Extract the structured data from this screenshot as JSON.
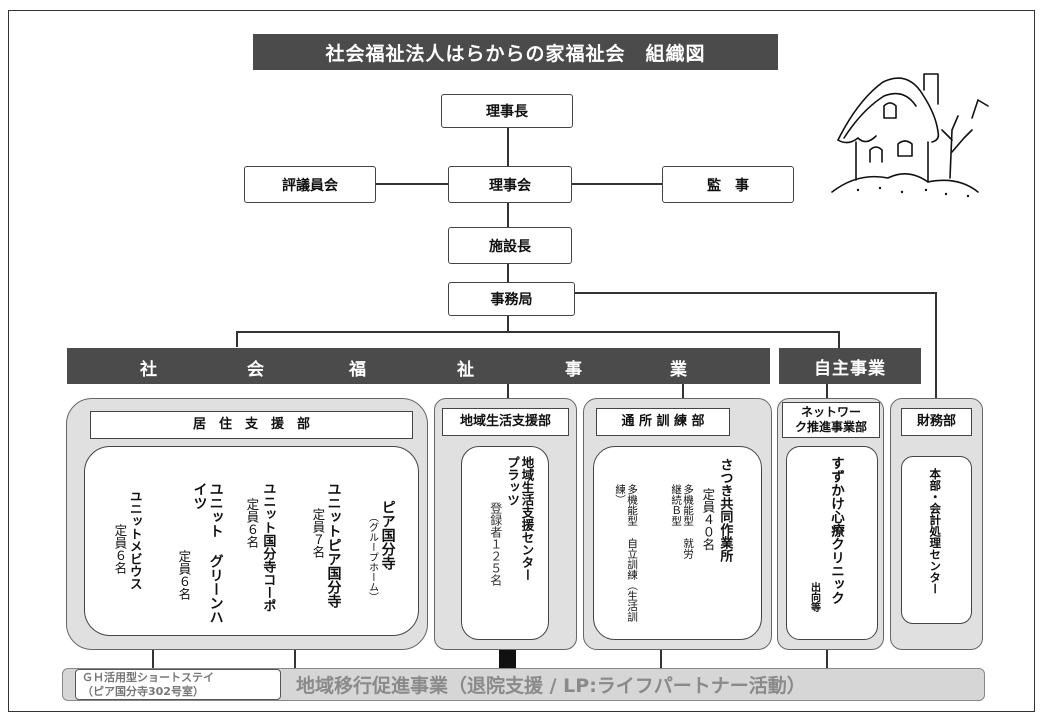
{
  "title": "社会福祉法人はらからの家福祉会　組織図",
  "top": {
    "chairman": "理事長",
    "board": "理事会",
    "council": "評議員会",
    "auditor": "監　事",
    "director": "施設長",
    "office": "事務局"
  },
  "bands": {
    "welfare": [
      "社",
      "会",
      "福",
      "祉",
      "事",
      "業"
    ],
    "independent": "自主事業"
  },
  "residential": {
    "header": "居　住　支　援　部",
    "units": [
      {
        "name": "ピア国分寺",
        "sub": "（グループホーム）",
        "capacity": ""
      },
      {
        "name": "ユニットピア国分寺",
        "sub": "",
        "capacity": "定員７名"
      },
      {
        "name": "ユニット国分寺コーポ",
        "sub": "",
        "capacity": "定員６名"
      },
      {
        "name": "ユニット グリーンハイツ",
        "sub": "",
        "capacity": "定員６名"
      },
      {
        "name": "ユニットメビウス",
        "sub": "",
        "capacity": "定員６名"
      }
    ]
  },
  "community": {
    "header": "地域生活支援部",
    "center_name": "地域生活支援センター プラッツ",
    "registered": "登録者１２５名"
  },
  "daycare": {
    "header": "通 所 訓 練 部",
    "facility": "さつき共同作業所",
    "capacity": "定員４０名",
    "type1": "多機能型 就労継続Ｂ型",
    "type2": "多機能型 自立訓練（生活訓練）"
  },
  "network": {
    "header_line1": "ネットワー",
    "header_line2": "ク推進事業部",
    "clinic": "すずかけ心療クリニック",
    "note": "出向等"
  },
  "finance": {
    "header": "財務部",
    "center": "本部・会計処理センター"
  },
  "bottom": {
    "gh_line1": "ＧＨ活用型ショートステイ",
    "gh_line2": "（ピア国分寺302号室）",
    "migration": "地域移行促進事業（退院支援 / LP:ライフパートナー活動）"
  }
}
